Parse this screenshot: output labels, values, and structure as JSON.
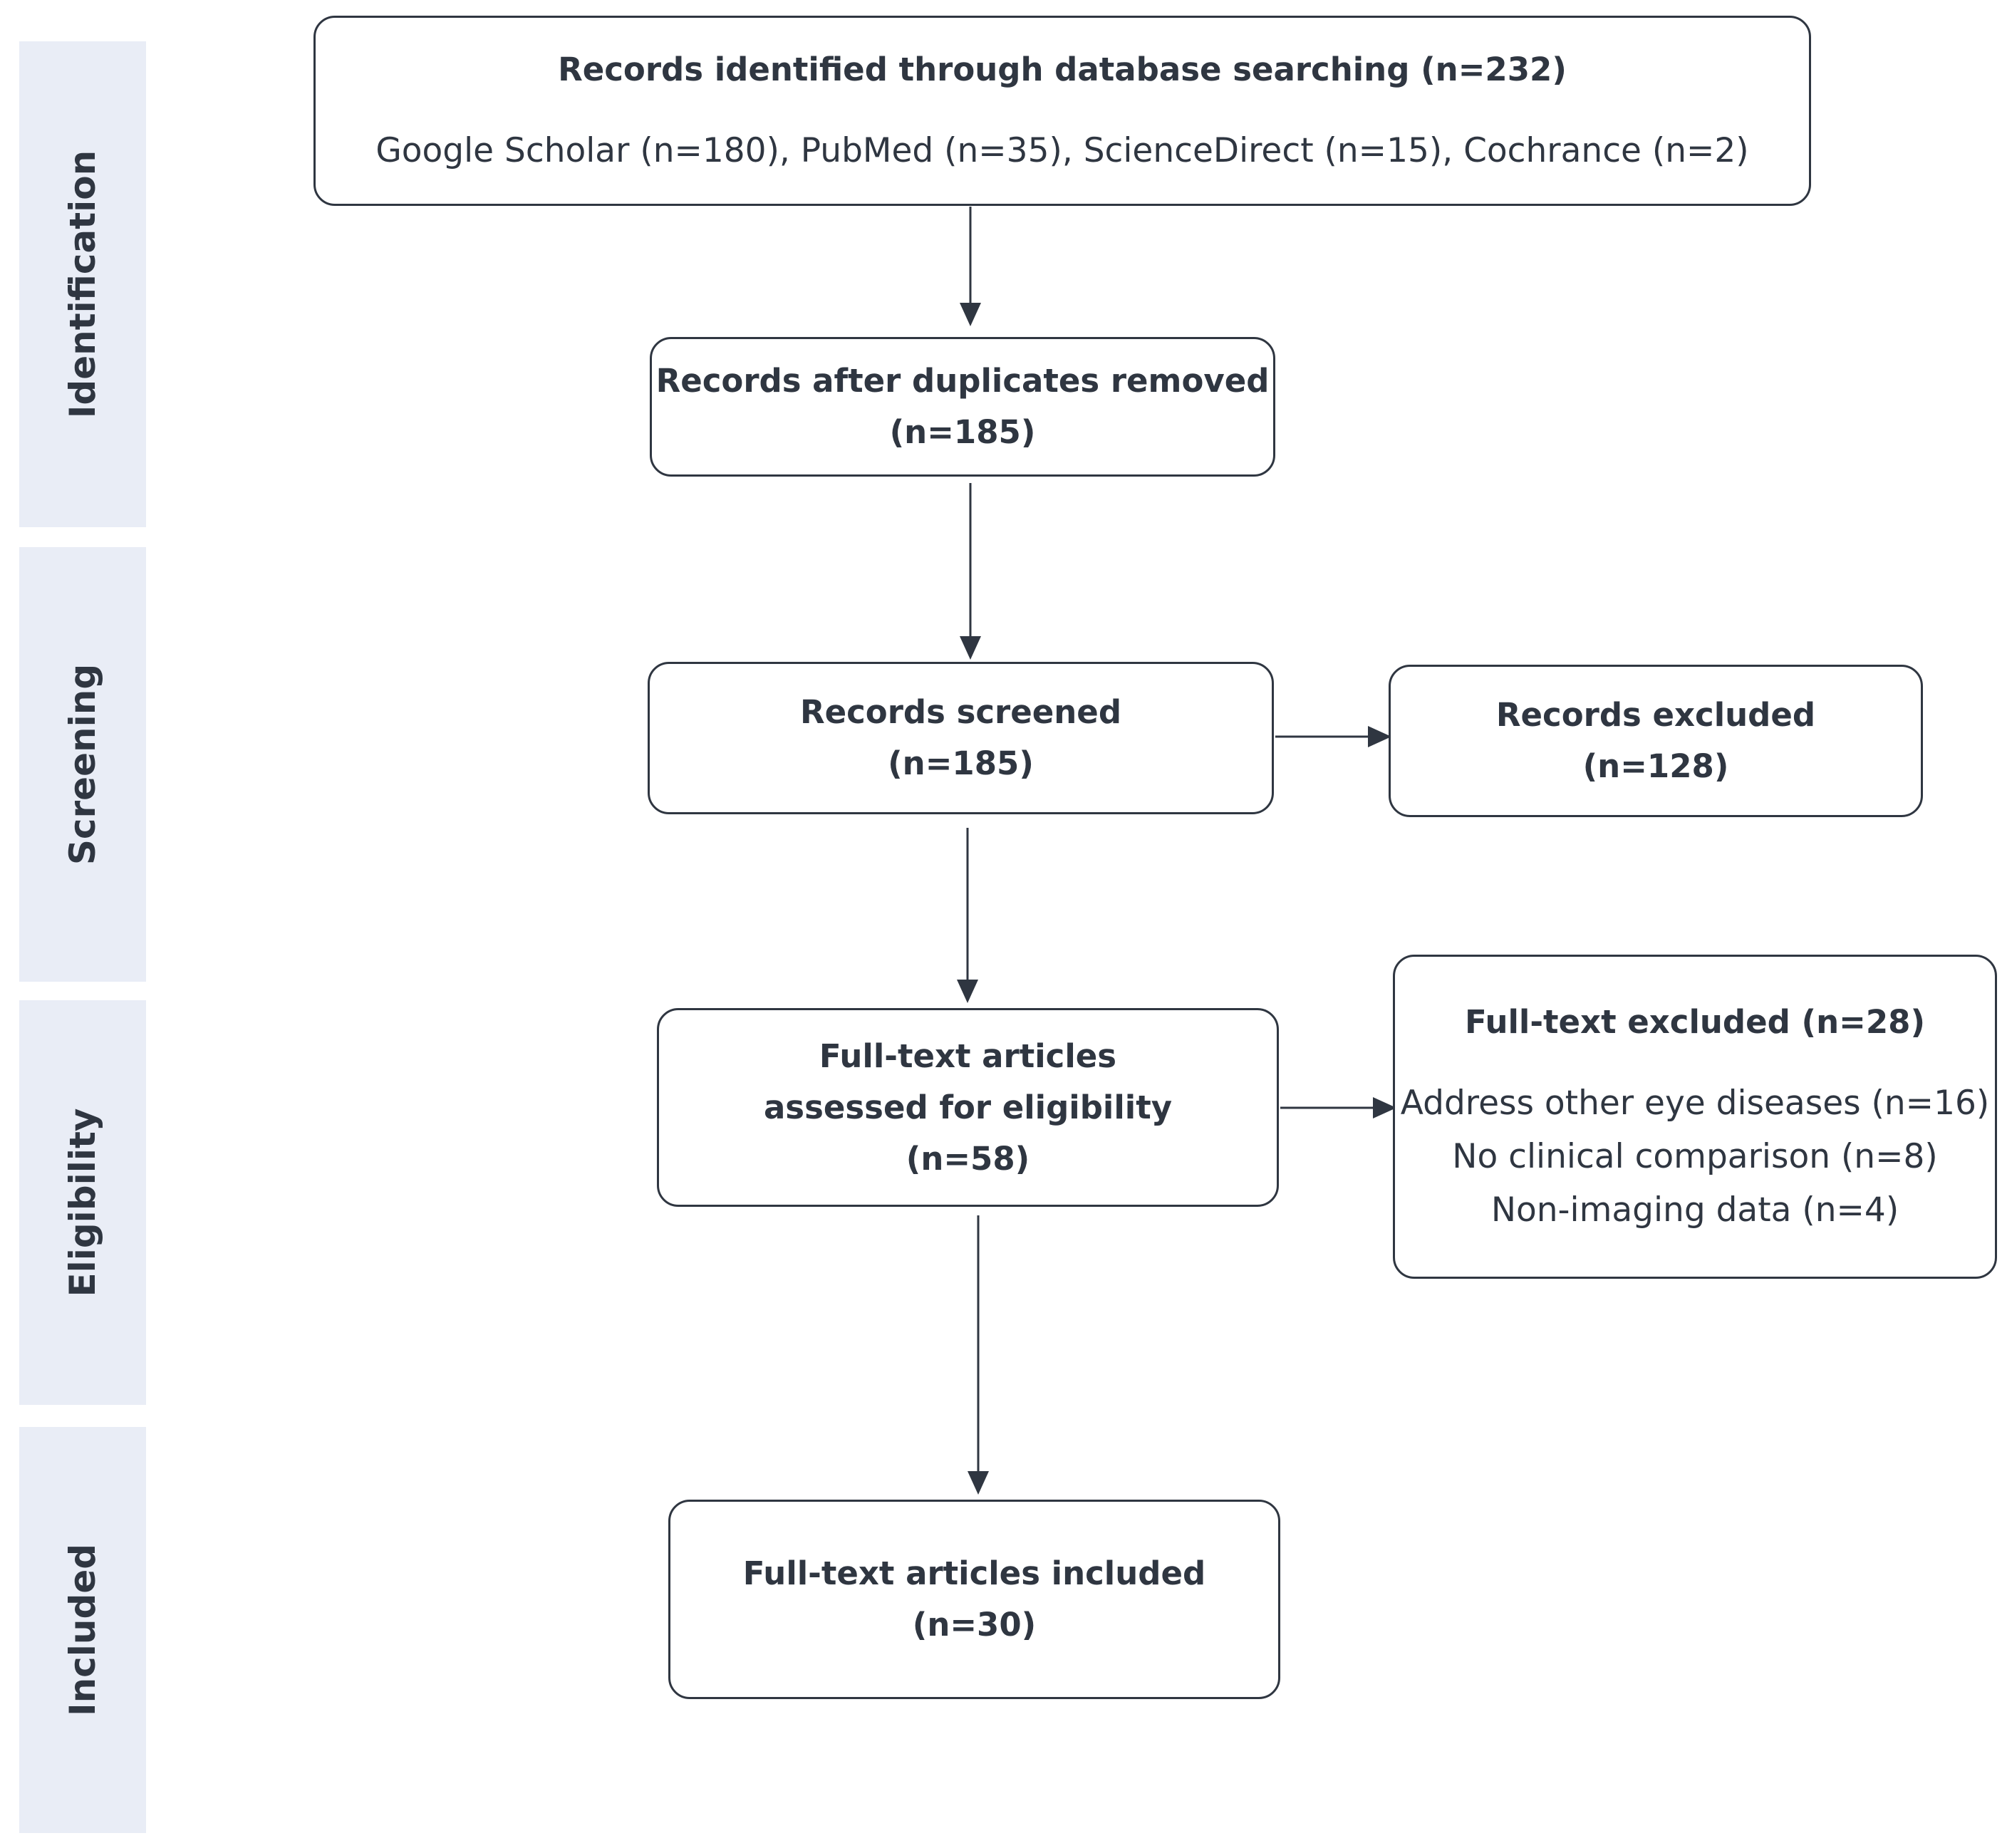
{
  "stages": {
    "identification": "Identification",
    "screening": "Screening",
    "eligibility": "Eligibility",
    "included": "Included"
  },
  "boxes": {
    "identified": {
      "title": "Records identified through database searching (n=232)",
      "sources": "Google Scholar (n=180), PubMed (n=35), ScienceDirect (n=15), Cochrance (n=2)"
    },
    "duplicates_removed": {
      "line1": "Records after duplicates removed",
      "line2": "(n=185)"
    },
    "screened": {
      "line1": "Records screened",
      "line2": "(n=185)"
    },
    "excluded": {
      "line1": "Records excluded",
      "line2": "(n=128)"
    },
    "fulltext_assessed": {
      "line1": "Full-text articles",
      "line2": "assessed for eligibility",
      "line3": "(n=58)"
    },
    "fulltext_excluded": {
      "title": "Full-text excluded (n=28)",
      "reasons": [
        "Address other eye diseases (n=16)",
        "No clinical comparison (n=8)",
        "Non-imaging data (n=4)"
      ]
    },
    "included": {
      "line1": "Full-text articles included",
      "line2": "(n=30)"
    }
  }
}
